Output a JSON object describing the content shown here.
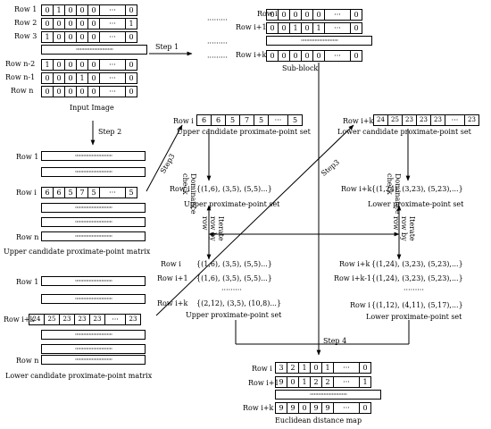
{
  "cell_values": {
    "input": [
      [
        "0",
        "1",
        "0",
        "0",
        "0",
        "···",
        "0"
      ],
      [
        "0",
        "0",
        "0",
        "0",
        "0",
        "···",
        "1"
      ],
      [
        "1",
        "0",
        "0",
        "0",
        "0",
        "···",
        "0"
      ],
      [
        "1",
        "0",
        "0",
        "0",
        "0",
        "···",
        "0"
      ],
      [
        "0",
        "0",
        "0",
        "1",
        "0",
        "···",
        "0"
      ],
      [
        "0",
        "0",
        "0",
        "0",
        "0",
        "···",
        "0"
      ]
    ],
    "subblock": [
      [
        "0",
        "0",
        "0",
        "0",
        "0",
        "···",
        "0"
      ],
      [
        "0",
        "0",
        "1",
        "0",
        "1",
        "···",
        "0"
      ],
      [
        "0",
        "0",
        "0",
        "0",
        "0",
        "···",
        "0"
      ]
    ],
    "upper_candidate_row": [
      "6",
      "6",
      "5",
      "7",
      "5",
      "···",
      "5"
    ],
    "lower_candidate_row": [
      "24",
      "25",
      "23",
      "23",
      "23",
      "···",
      "23"
    ],
    "distance_map": [
      [
        "3",
        "2",
        "1",
        "0",
        "1",
        "···",
        "0"
      ],
      [
        "9",
        "0",
        "1",
        "2",
        "2",
        "···",
        "1"
      ],
      [
        "9",
        "9",
        "0",
        "9",
        "9",
        "···",
        "0"
      ]
    ]
  },
  "row_labels": {
    "input": [
      "Row 1",
      "Row 2",
      "Row 3",
      "Row n-2",
      "Row n-1",
      "Row n"
    ],
    "subblock": [
      "Row i",
      "Row i+1",
      "Row i+k"
    ],
    "upper_matrix": [
      "Row 1",
      "Row i",
      "Row n"
    ],
    "lower_matrix": [
      "Row 1",
      "Row i+k",
      "Row n"
    ],
    "upper_candidate": "Row i",
    "lower_candidate": "Row i+k",
    "upper_dom": "Row i",
    "lower_dom": "Row i+k",
    "upper_iter": [
      "Row i",
      "Row i+1",
      "Row i+k"
    ],
    "lower_iter": [
      "Row i+k",
      "Row i+k-1",
      "Row i"
    ],
    "distance_map": [
      "Row i",
      "Row i+1",
      "Row i+k"
    ]
  },
  "dots": {
    "long": "···························",
    "short": "·········",
    "vdots": "⋮"
  },
  "sets": {
    "upper_dom": "{(1,6), (3,5), (5,5)...}",
    "lower_dom": "{(1,24), (3,23), (5,23),...}",
    "upper_iter": [
      "{(1,6), (3,5), (5,5)...}",
      "{(1,6), (3,5), (5,5)...}",
      "{(2,12), (3,5), (10,8)...}"
    ],
    "lower_iter": [
      "{(1,24), (3,23), (5,23),...}",
      "{(1,24), (3,23), (5,23),...}",
      "{(1,12), (4,11), (5,17),...}"
    ]
  },
  "captions": {
    "input_image": "Input Image",
    "sub_block": "Sub-block",
    "upper_candidate_set": "Upper candidate proximate-point set",
    "lower_candidate_set": "Lower candidate proximate-point set",
    "upper_set_1": "Upper proximate-point set",
    "lower_set_1": "Lower proximate-point set",
    "upper_set_2": "Upper proximate-point set",
    "lower_set_2": "Lower proximate-point set",
    "upper_matrix": "Upper candidate proximate-point matrix",
    "lower_matrix": "Lower candidate proximate-point matrix",
    "edm": "Euclidean distance map"
  },
  "steps": {
    "step1": "Step 1",
    "step2": "Step 2",
    "step3a": "Step3",
    "step3b": "Step3",
    "step4": "Step 4"
  },
  "vertical_labels": {
    "dominance_left": "Dominance check",
    "dominance_right": "Dominance check",
    "iterate_left": "Iterate row by row",
    "iterate_right": "Iterate row by row"
  }
}
